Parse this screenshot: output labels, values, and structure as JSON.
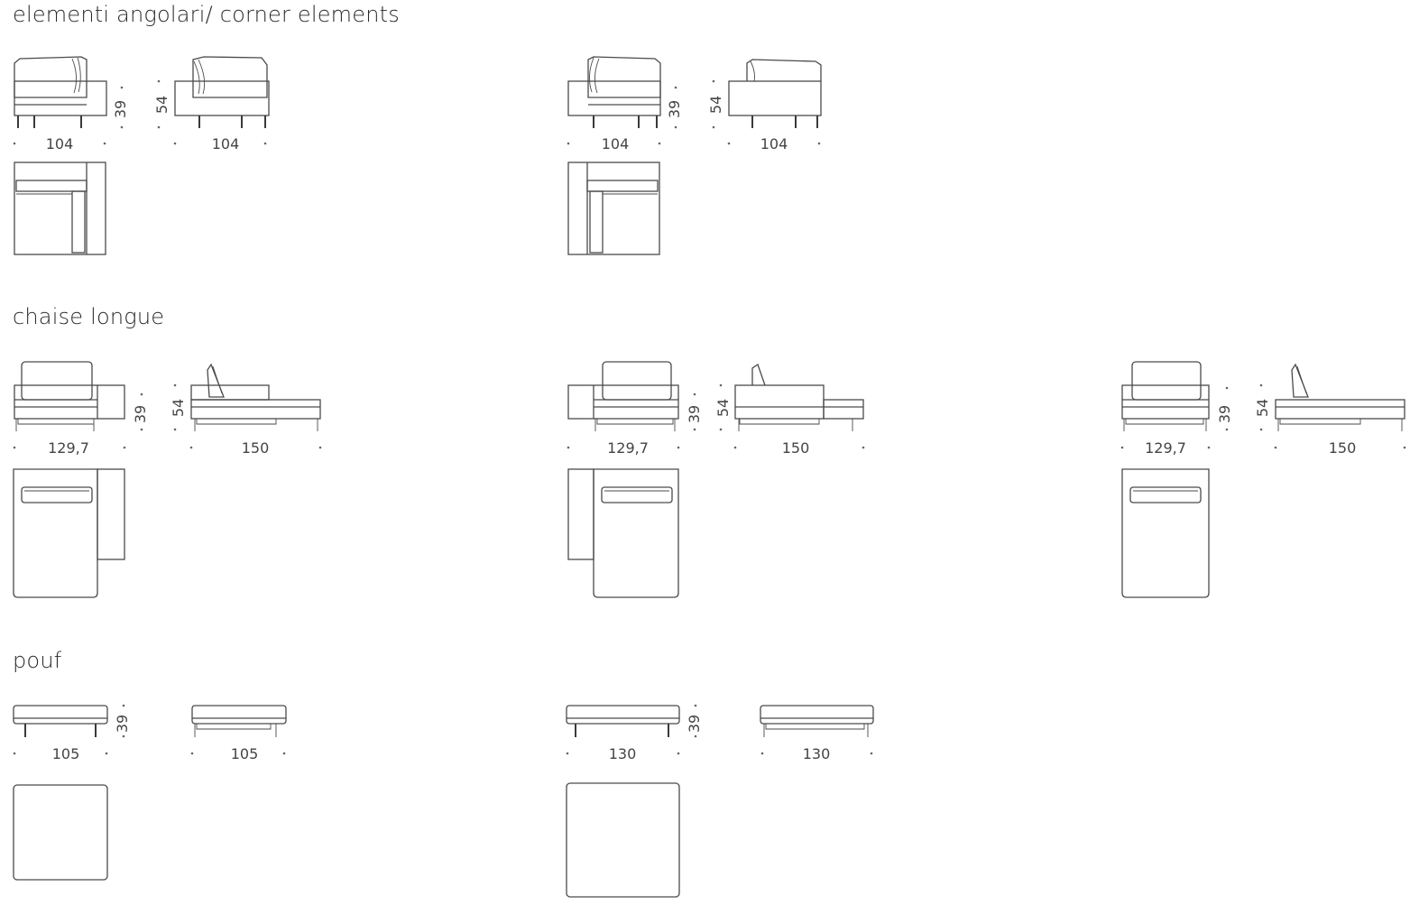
{
  "sections": {
    "corner": {
      "title": "elementi angolari/ corner elements"
    },
    "chaise": {
      "title": "chaise longue"
    },
    "pouf": {
      "title": "pouf"
    }
  },
  "dimensions": {
    "corner_left": {
      "front_width": "104",
      "seat_height": "39",
      "back_height": "54",
      "side_depth": "104"
    },
    "corner_right": {
      "front_width": "104",
      "seat_height": "39",
      "back_height": "54",
      "side_depth": "104"
    },
    "chaise_left": {
      "front_width": "129,7",
      "seat_height": "39",
      "back_height": "54",
      "side_depth": "150"
    },
    "chaise_center": {
      "front_width": "129,7",
      "seat_height": "39",
      "back_height": "54",
      "side_depth": "150"
    },
    "chaise_right": {
      "front_width": "129,7",
      "seat_height": "39",
      "back_height": "54",
      "side_depth": "150"
    },
    "pouf_small": {
      "front_width": "105",
      "seat_height": "39",
      "side_depth": "105"
    },
    "pouf_large": {
      "front_width": "130",
      "seat_height": "39",
      "side_depth": "130"
    }
  }
}
